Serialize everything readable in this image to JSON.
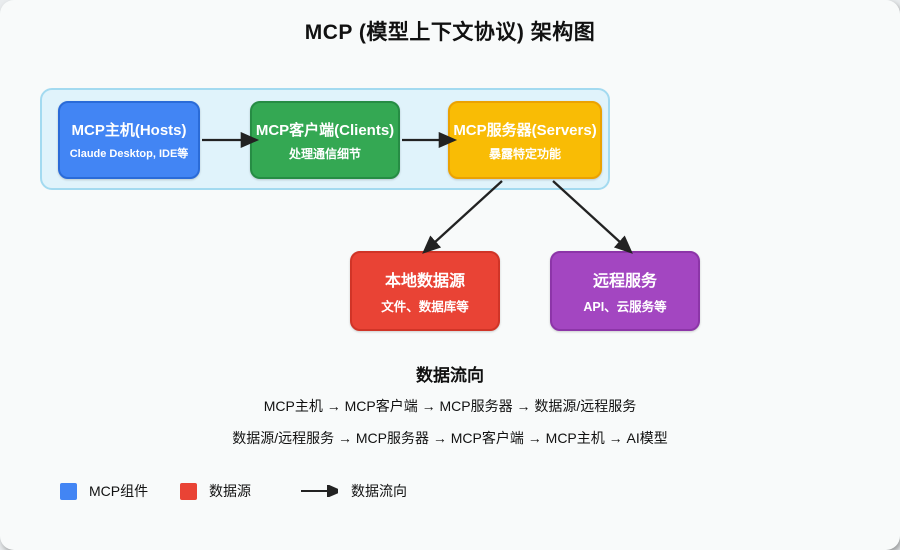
{
  "title": "MCP (模型上下文协议) 架构图",
  "nodes": {
    "hosts": {
      "title": "MCP主机(Hosts)",
      "subtitle": "Claude Desktop, IDE等"
    },
    "clients": {
      "title": "MCP客户端(Clients)",
      "subtitle": "处理通信细节"
    },
    "servers": {
      "title": "MCP服务器(Servers)",
      "subtitle": "暴露特定功能"
    },
    "local_source": {
      "title": "本地数据源",
      "subtitle": "文件、数据库等"
    },
    "remote_service": {
      "title": "远程服务",
      "subtitle": "API、云服务等"
    }
  },
  "flow": {
    "heading": "数据流向",
    "line1": "MCP主机 → MCP客户端 → MCP服务器 → 数据源/远程服务",
    "line2": "数据源/远程服务 → MCP服务器 → MCP客户端 → MCP主机 → AI模型"
  },
  "legend": {
    "mcp_component": "MCP组件",
    "data_source": "数据源",
    "data_flow": "数据流向"
  },
  "colors": {
    "hosts": {
      "fill": "#4285f4",
      "border": "#2a6bd8"
    },
    "clients": {
      "fill": "#34a853",
      "border": "#268c44"
    },
    "servers": {
      "fill": "#f9bc05",
      "border": "#eba202"
    },
    "local_source": {
      "fill": "#e94335",
      "border": "#d03427"
    },
    "remote_service": {
      "fill": "#a346c1",
      "border": "#8c35a8"
    },
    "container": {
      "fill": "#e0f3fb",
      "border": "#a3daf0"
    },
    "arrow": "#222222"
  }
}
